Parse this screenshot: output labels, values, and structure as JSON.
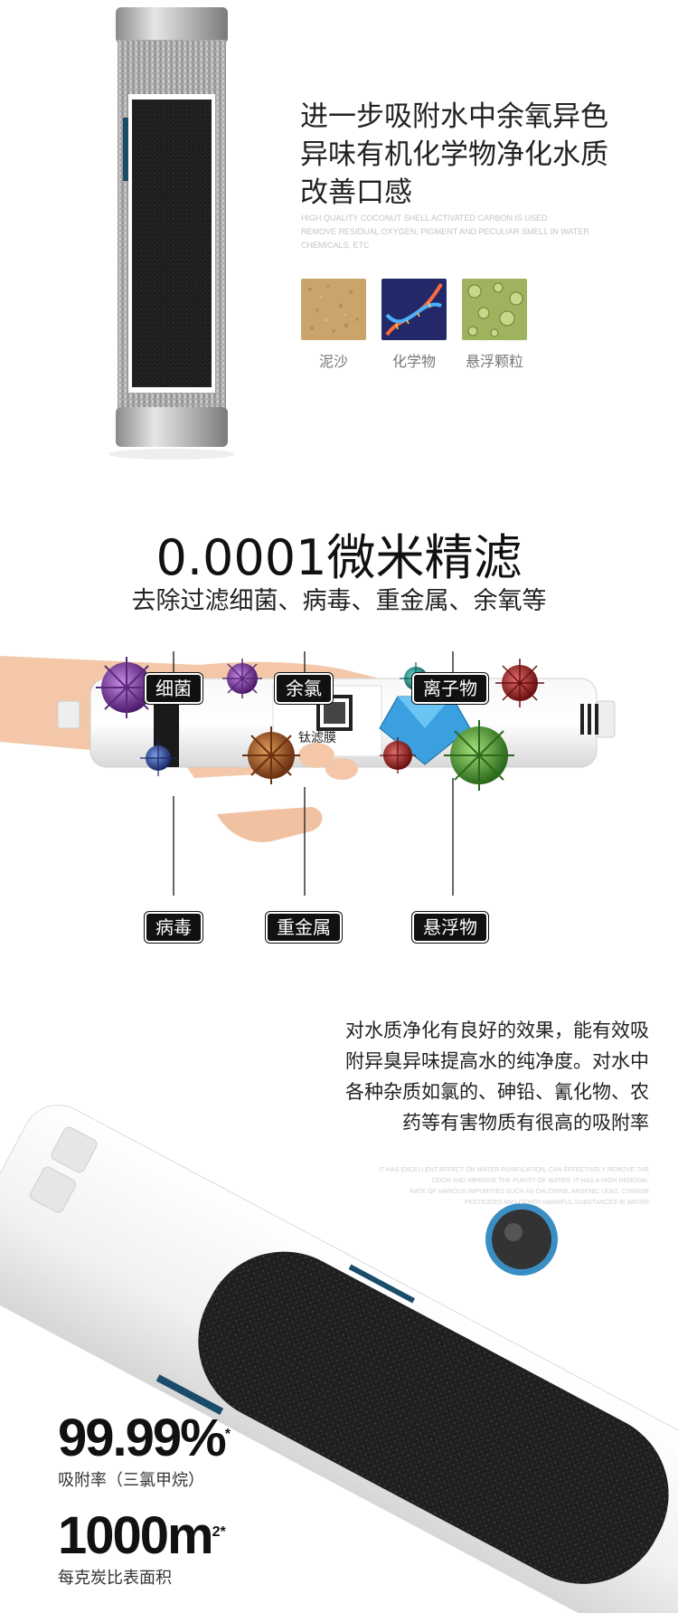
{
  "section1": {
    "title_lines": [
      "进一步吸附水中余氧异色",
      "异味有机化学物净化水质",
      "改善口感"
    ],
    "english_lines": [
      "HIGH QUALITY COCONUT SHELL ACTIVATED CARBON IS USED",
      "REMOVE RESIDUAL OXYGEN, PIGMENT AND PECULIAR SMELL IN WATER",
      "CHEMICALS, ETC"
    ],
    "thumbnails": [
      {
        "label": "泥沙",
        "color": "#c9a56b"
      },
      {
        "label": "化学物",
        "color": "#2a2f7a"
      },
      {
        "label": "悬浮颗粒",
        "color": "#a9b96a"
      }
    ]
  },
  "section2": {
    "headline": "0.0001微米精滤",
    "subtitle": "去除过滤细菌、病毒、重金属、余氧等",
    "tags": {
      "bacteria": "细菌",
      "chlorine": "余氯",
      "ions": "离子物",
      "virus": "病毒",
      "heavy_metal": "重金属",
      "suspended": "悬浮物"
    },
    "label_on_filter": "钛滤膜"
  },
  "section3": {
    "description_lines": [
      "对水质净化有良好的效果，能有效吸",
      "附异臭异味提高水的纯净度。对水中",
      "各种杂质如氯的、砷铅、氰化物、农",
      "药等有害物质有很高的吸附率"
    ],
    "english_lines": [
      "IT HAS EXCELLENT EFFECT ON WATER PURIFICATION, CAN EFFECTIVELY REMOVE THE",
      "ODOR AND IMPROVE THE PURITY OF WATER. IT HAS A HIGH REMOVAL",
      "RATE OF VARIOUS IMPURITIES SUCH AS CHLORINE, ARSENIC LEAD, CYANIDE",
      "PESTICIDES AND OTHER HARMFUL SUBSTANCES IN WATER"
    ],
    "stat1_value": "99.99%",
    "stat1_sup": "*",
    "stat1_caption": "吸附率（三氯甲烷）",
    "stat2_value": "1000m",
    "stat2_sup": "2*",
    "stat2_caption": "每克炭比表面积"
  },
  "colors": {
    "carbon": "#1b1b1b",
    "steel": "#a6a6a6",
    "bacteria_purple": "#6a2a8a",
    "virus_blue": "#2a3f8f",
    "metal_brown": "#8a4a22",
    "ion_teal": "#1a7a7a",
    "suspended_green": "#3f8f2f",
    "diamond_blue": "#3aa0e0"
  }
}
